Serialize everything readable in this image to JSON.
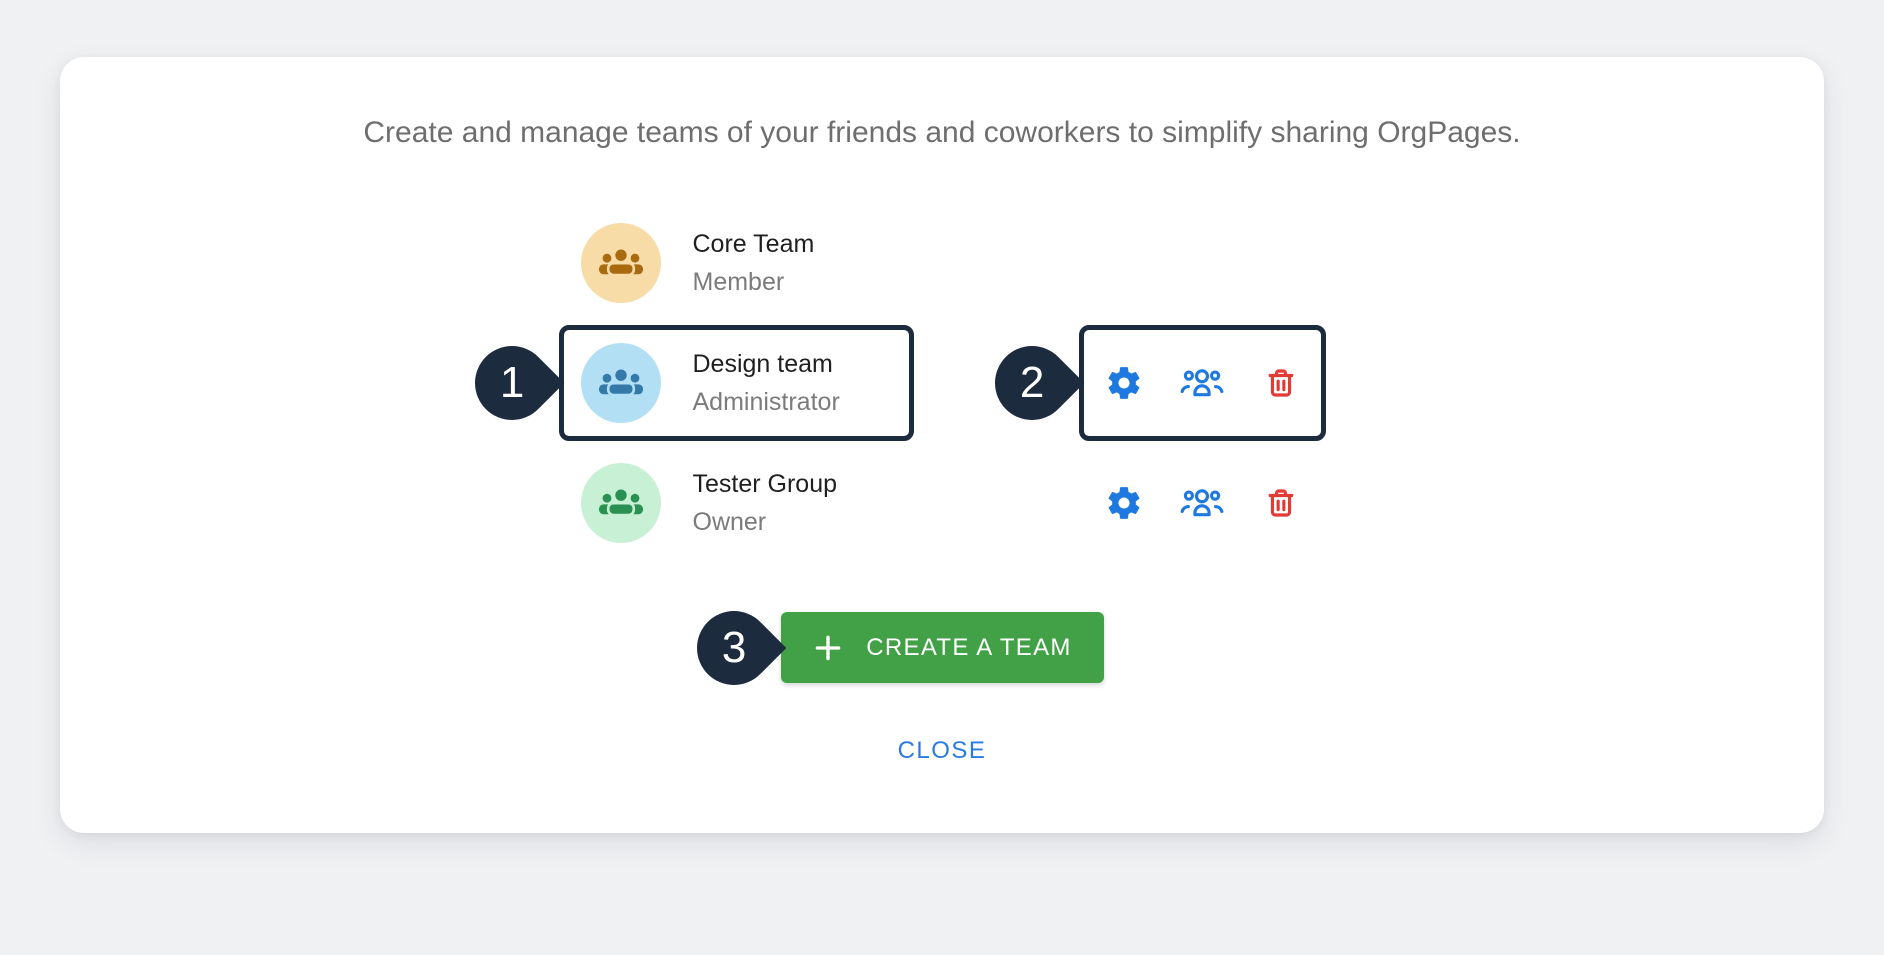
{
  "header": {
    "description": "Create and manage teams of your friends and coworkers to simplify sharing OrgPages."
  },
  "teams": [
    {
      "name": "Core Team",
      "role": "Member",
      "avatar_bg": "#f8dca8",
      "avatar_fg": "#a96a10",
      "has_actions": false
    },
    {
      "name": "Design team",
      "role": "Administrator",
      "avatar_bg": "#b3dff5",
      "avatar_fg": "#337aa9",
      "has_actions": true
    },
    {
      "name": "Tester Group",
      "role": "Owner",
      "avatar_bg": "#c8f0d4",
      "avatar_fg": "#2b9152",
      "has_actions": true
    }
  ],
  "row_actions": {
    "settings_icon": "gear",
    "members_icon": "people-group",
    "delete_icon": "trash"
  },
  "callouts": {
    "team_row": "1",
    "row_actions": "2",
    "create_button": "3"
  },
  "actions": {
    "create_team_label": "CREATE A TEAM",
    "close_label": "CLOSE"
  },
  "colors": {
    "background": "#f0f1f3",
    "card": "#ffffff",
    "navy": "#1d2b3f",
    "action_blue": "#1d79e0",
    "action_red": "#e23b36",
    "button_green": "#42a147",
    "close_blue": "#2a7ae2",
    "header_text": "#6e6e6e",
    "name_text": "#1f1f1f",
    "role_text": "#7b7b7b"
  }
}
